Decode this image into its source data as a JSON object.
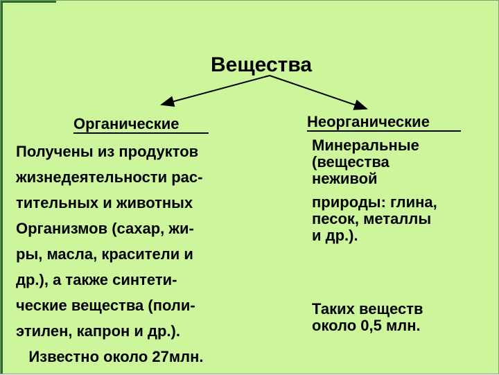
{
  "title": "Вещества",
  "organic": {
    "heading": "Органические",
    "lines": [
      "Получены из продуктов",
      "жизнедеятельности рас-",
      "тительных и животных",
      "Организмов (сахар, жи-",
      "ры, масла, красители и",
      "др.), а также синтети-",
      "ческие вещества (поли-",
      "этилен, капрон и др.).",
      "   Известно около 27млн."
    ]
  },
  "inorganic": {
    "heading": "Неорганические",
    "lines": [
      "Минеральные",
      "(вещества",
      "неживой",
      "природы: глина,",
      "песок, металлы",
      "и др.)."
    ],
    "count_lines": [
      "Таких веществ",
      "около 0,5 млн."
    ]
  },
  "colors": {
    "background": "#ccf59c",
    "text": "#000000",
    "corner": "#2e6b2e"
  }
}
